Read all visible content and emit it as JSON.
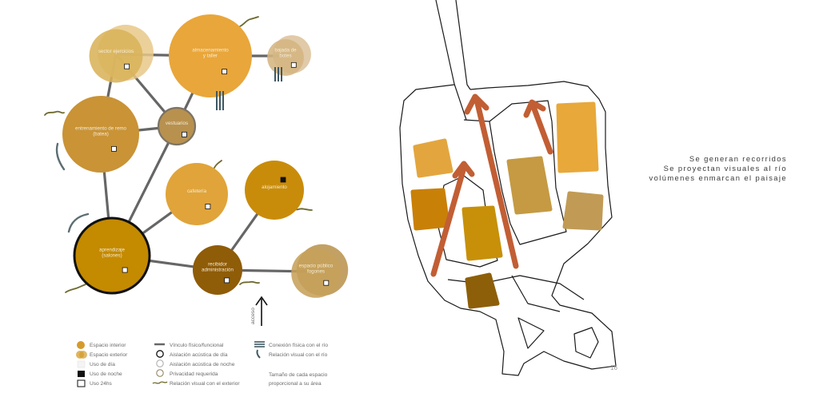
{
  "diagram": {
    "nodes": [
      {
        "id": "sector-ejercicios",
        "lines": [
          "sector ejercicios"
        ],
        "color": "#d9b35a",
        "color2": "#e8c888",
        "exterior": true,
        "use": "24h"
      },
      {
        "id": "almacenamiento",
        "lines": [
          "almacenamiento",
          "y taller"
        ],
        "color": "#e9a63a",
        "use": "24h"
      },
      {
        "id": "bajada-botes",
        "lines": [
          "bajada de",
          "botes"
        ],
        "color": "#d4b581",
        "color2": "#dcc199",
        "exterior": true,
        "use": "24h"
      },
      {
        "id": "vestuarios",
        "lines": [
          "vestuarios"
        ],
        "color": "#b8914f",
        "use": "24h"
      },
      {
        "id": "entrenamiento-remo",
        "lines": [
          "entrenamiento de remo",
          "(batea)"
        ],
        "color": "#c99336",
        "use": "24h"
      },
      {
        "id": "cafeteria",
        "lines": [
          "cafetería"
        ],
        "color": "#e0a43a",
        "use": "24h"
      },
      {
        "id": "alojamiento",
        "lines": [
          "alojamiento"
        ],
        "color": "#c98c0a",
        "use": "night"
      },
      {
        "id": "aprendizaje",
        "lines": [
          "aprendizaje",
          "(salones)"
        ],
        "color": "#c48a00",
        "use": "24h"
      },
      {
        "id": "recibidor",
        "lines": [
          "recibidor",
          "administración"
        ],
        "color": "#8f5c08",
        "use": "24h"
      },
      {
        "id": "espacio-publico",
        "lines": [
          "espacio público",
          "fogones"
        ],
        "color": "#c6a05a",
        "color2": "#b89049",
        "exterior": true,
        "use": "24h"
      }
    ],
    "links": [
      [
        "sector-ejercicios",
        "almacenamiento"
      ],
      [
        "almacenamiento",
        "bajada-botes"
      ],
      [
        "sector-ejercicios",
        "entrenamiento-remo"
      ],
      [
        "sector-ejercicios",
        "vestuarios"
      ],
      [
        "almacenamiento",
        "vestuarios"
      ],
      [
        "entrenamiento-remo",
        "vestuarios"
      ],
      [
        "entrenamiento-remo",
        "aprendizaje"
      ],
      [
        "vestuarios",
        "aprendizaje"
      ],
      [
        "cafeteria",
        "aprendizaje"
      ],
      [
        "aprendizaje",
        "recibidor"
      ],
      [
        "alojamiento",
        "recibidor"
      ],
      [
        "recibidor",
        "espacio-publico"
      ]
    ],
    "access_label": "acceso"
  },
  "legend": {
    "col1": [
      "Espacio interior",
      "Espacio exterior",
      "Uso de día",
      "Uso de noche",
      "Uso 24hs"
    ],
    "col2": [
      "Vínculo físico/funcional",
      "Aislación acústica de día",
      "Aislación acústica de noche",
      "Privacidad requerida",
      "Relación visual con el exterior"
    ],
    "col3": [
      "Conexión física con el río",
      "Relación visual con el río"
    ],
    "note_lines": [
      "Tamaño de cada espacio",
      "proporcional a su área"
    ]
  },
  "plan": {
    "blocks": [
      {
        "id": "block-1",
        "color": "#e3a63e"
      },
      {
        "id": "block-2",
        "color": "#c98007"
      },
      {
        "id": "block-3",
        "color": "#c79008"
      },
      {
        "id": "block-4",
        "color": "#c59a43"
      },
      {
        "id": "block-5",
        "color": "#e8a83a"
      },
      {
        "id": "block-6",
        "color": "#c19b55"
      },
      {
        "id": "block-7",
        "color": "#8d5f08"
      }
    ],
    "arrow_color": "#c25e34"
  },
  "right_text": {
    "lines": [
      "Se generan recorridos",
      "Se proyectan visuales al río",
      "volúmenes enmarcan el paisaje"
    ]
  },
  "page_number": "16",
  "colors": {
    "link": "#666666",
    "wave": "#6e6a2e",
    "line": "#1a1a1a"
  }
}
